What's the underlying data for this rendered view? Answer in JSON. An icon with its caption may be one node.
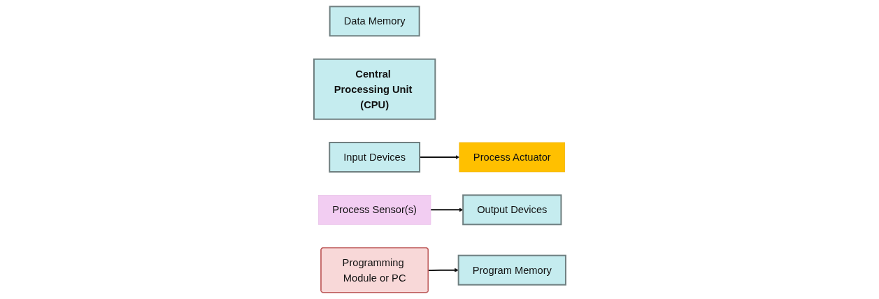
{
  "diagram": {
    "nodes": [
      {
        "text": [
          "Data Memory"
        ]
      },
      {
        "text": [
          "Program Memory"
        ]
      },
      {
        "text": [
          "Central Processing Unit (CPU)"
        ]
      },
      {
        "text": [
          "Input Devices"
        ]
      },
      {
        "text": [
          "Output Devices"
        ]
      },
      {
        "text": [
          "Process Actuator"
        ]
      },
      {
        "text": [
          "Process Sensor(s)"
        ]
      },
      {
        "text": [
          "Programming Module or PC"
        ]
      }
    ],
    "edges": [
      {
        "from": 3,
        "to": 5,
        "arrow": "to"
      },
      {
        "from": 6,
        "to": 4,
        "arrow": "to"
      },
      {
        "from": 7,
        "to": 1,
        "arrow": "to"
      }
    ]
  }
}
